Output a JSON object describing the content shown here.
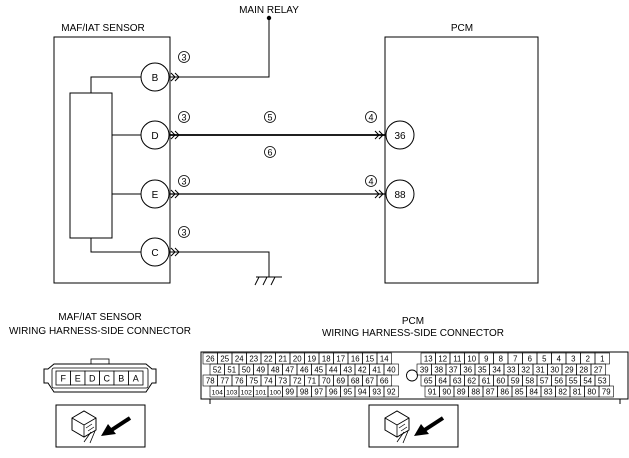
{
  "labels": {
    "main_relay": "MAIN RELAY",
    "maf_sensor": "MAF/IAT SENSOR",
    "pcm": "PCM",
    "maf_harness_line1": "MAF/IAT SENSOR",
    "maf_harness_line2": "WIRING HARNESS-SIDE CONNECTOR",
    "pcm_harness_line1": "PCM",
    "pcm_harness_line2": "WIRING HARNESS-SIDE CONNECTOR"
  },
  "sensor_terminals": [
    "B",
    "D",
    "E",
    "C"
  ],
  "pcm_terminals": [
    "36",
    "88"
  ],
  "wire_markers": {
    "b_left": "3",
    "d_left": "3",
    "d_mid_top": "5",
    "d_mid_bottom": "6",
    "d_right": "4",
    "e_left": "3",
    "e_right": "4",
    "c_left": "3"
  },
  "maf_connector_pins": [
    "F",
    "E",
    "D",
    "C",
    "B",
    "A"
  ],
  "pcm_connector": {
    "left_rows": [
      [
        "26",
        "25",
        "24",
        "23",
        "22",
        "21",
        "20",
        "19",
        "18",
        "17",
        "16",
        "15",
        "14"
      ],
      [
        "52",
        "51",
        "50",
        "49",
        "48",
        "47",
        "46",
        "45",
        "44",
        "43",
        "42",
        "41",
        "40"
      ],
      [
        "78",
        "77",
        "76",
        "75",
        "74",
        "73",
        "72",
        "71",
        "70",
        "69",
        "68",
        "67",
        "66"
      ],
      [
        "104",
        "103",
        "102",
        "101",
        "100",
        "99",
        "98",
        "97",
        "96",
        "95",
        "94",
        "93",
        "92"
      ]
    ],
    "right_rows": [
      [
        "13",
        "12",
        "11",
        "10",
        "9",
        "8",
        "7",
        "6",
        "5",
        "4",
        "3",
        "2",
        "1"
      ],
      [
        "39",
        "38",
        "37",
        "36",
        "35",
        "34",
        "33",
        "32",
        "31",
        "30",
        "29",
        "28",
        "27"
      ],
      [
        "65",
        "64",
        "63",
        "62",
        "61",
        "60",
        "59",
        "58",
        "57",
        "56",
        "55",
        "54",
        "53"
      ],
      [
        "91",
        "90",
        "89",
        "88",
        "87",
        "86",
        "85",
        "84",
        "83",
        "82",
        "81",
        "80",
        "79"
      ]
    ]
  }
}
